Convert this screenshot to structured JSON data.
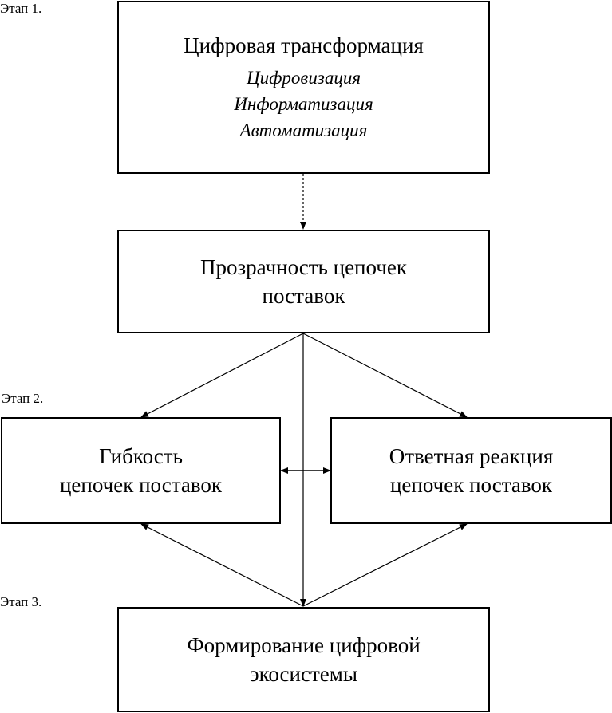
{
  "stages": {
    "stage1": "Этап 1.",
    "stage2": "Этап 2.",
    "stage3": "Этап 3."
  },
  "boxes": {
    "digital_transformation": {
      "title": "Цифровая трансформация",
      "items": [
        "Цифровизация",
        "Информатизация",
        "Автоматизация"
      ]
    },
    "transparency": {
      "line1": "Прозрачность цепочек",
      "line2": "поставок"
    },
    "flexibility": {
      "line1": "Гибкость",
      "line2": "цепочек поставок"
    },
    "response": {
      "line1": "Ответная реакция",
      "line2": "цепочек поставок"
    },
    "ecosystem": {
      "line1": "Формирование цифровой",
      "line2": "экосистемы"
    }
  }
}
